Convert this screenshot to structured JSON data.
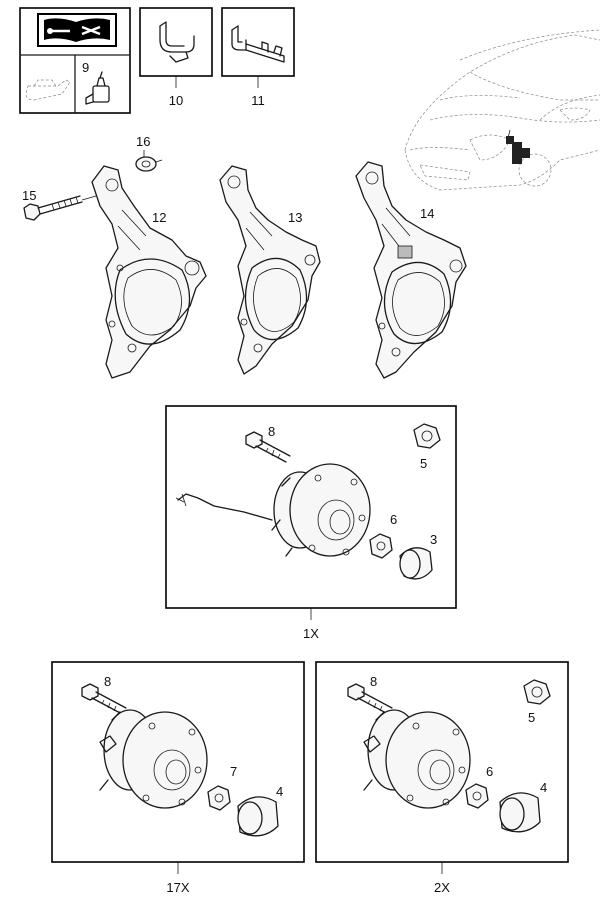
{
  "callouts": {
    "c3": "3",
    "c4a": "4",
    "c4b": "4",
    "c5a": "5",
    "c5b": "5",
    "c6a": "6",
    "c6b": "6",
    "c7": "7",
    "c8a": "8",
    "c8b": "8",
    "c8c": "8",
    "c9": "9",
    "c10": "10",
    "c11": "11",
    "c12": "12",
    "c13": "13",
    "c14": "14",
    "c15": "15",
    "c16": "16"
  },
  "captions": {
    "box_1x": "1X",
    "box_17x": "17X",
    "box_2x": "2X"
  },
  "icons": [
    "service-manual-icon",
    "oil-can-icon",
    "glue-bottle-icon",
    "clip-icon",
    "clip-with-bar-icon"
  ]
}
